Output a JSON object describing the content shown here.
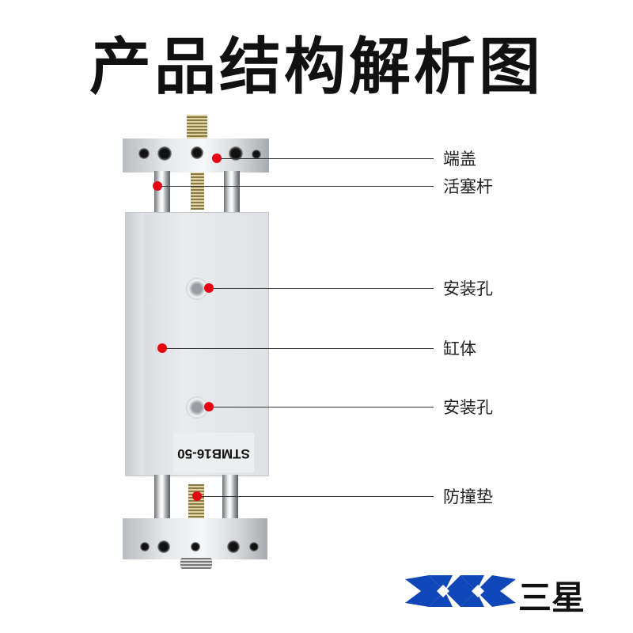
{
  "title": "产品结构解析图",
  "callouts": [
    {
      "label": "端盖"
    },
    {
      "label": "活塞杆"
    },
    {
      "label": "安装孔"
    },
    {
      "label": "缸体"
    },
    {
      "label": "安装孔"
    },
    {
      "label": "防撞垫"
    }
  ],
  "product": {
    "model": "STMB16-50"
  },
  "brand": {
    "name": "三星",
    "logo_color": "#1047b8"
  },
  "colors": {
    "callout_dot": "#e60012"
  }
}
